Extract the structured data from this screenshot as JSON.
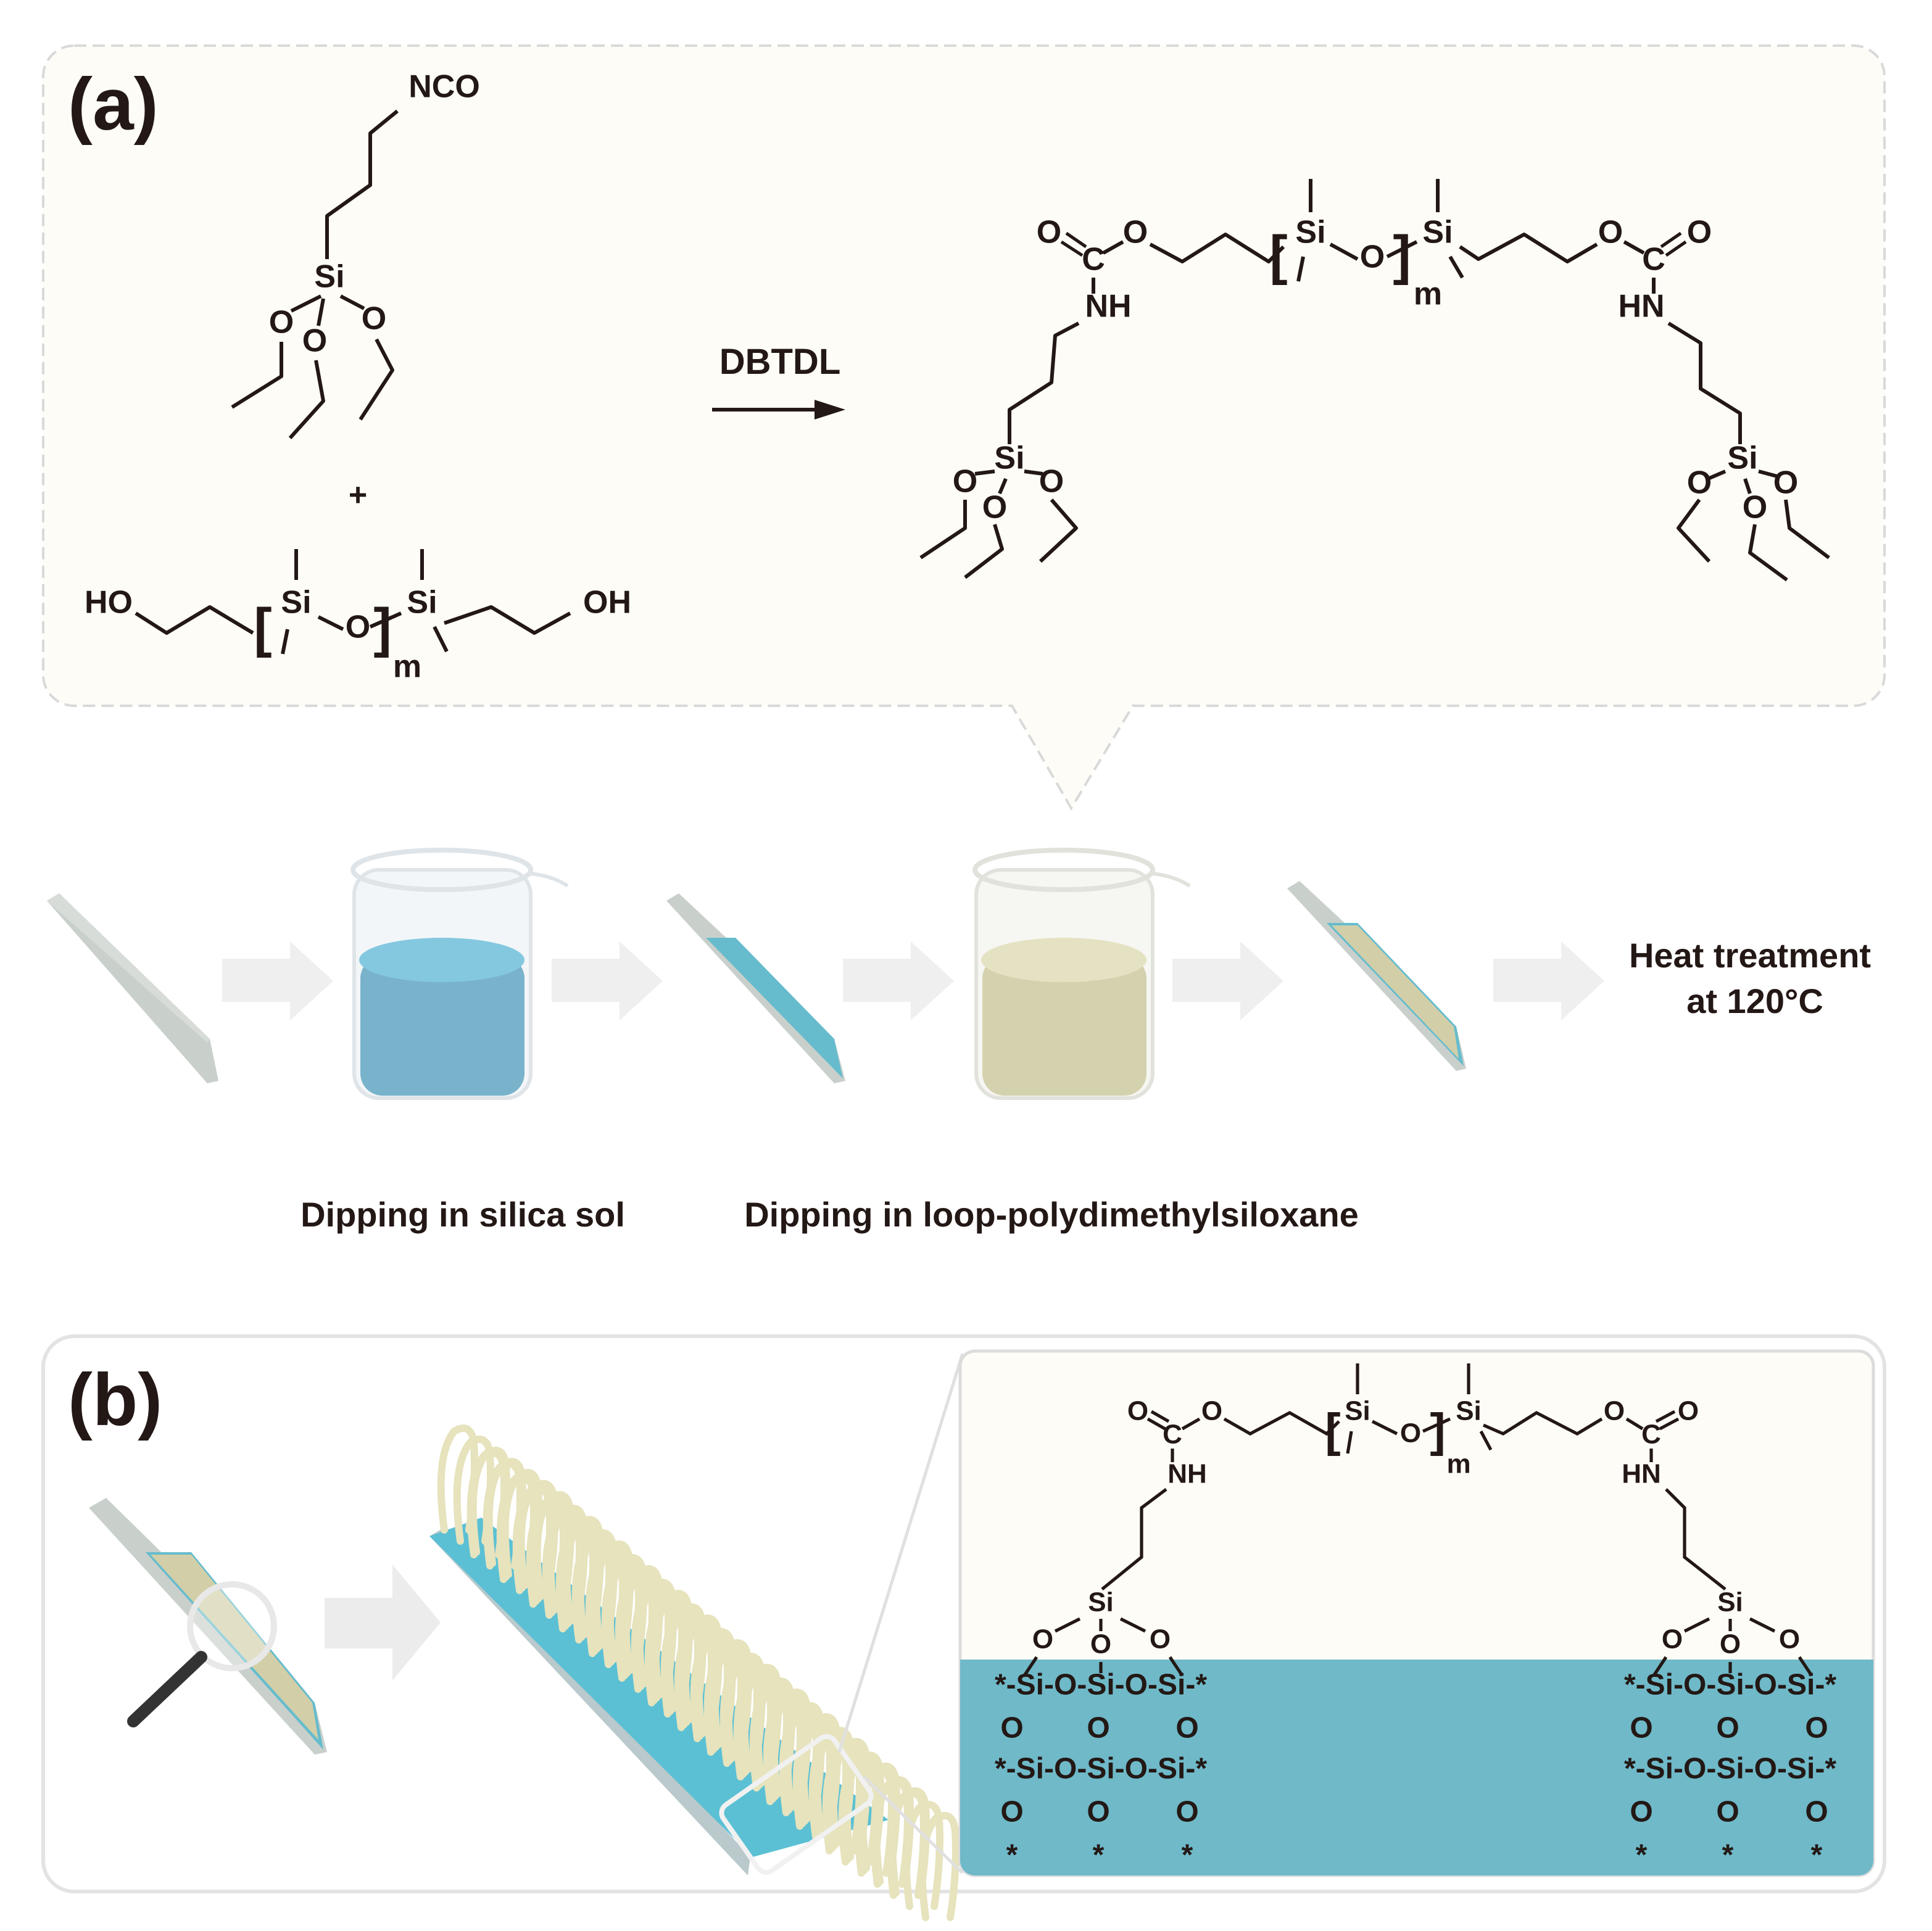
{
  "panel_a": {
    "label": "(a)",
    "reagent": "DBTDL",
    "plus": "+",
    "heat_line1": "Heat treatment",
    "heat_line2": "at 120°C",
    "caption_silica": "Dipping in silica sol",
    "caption_pdms": "Dipping in loop-polydimethylsiloxane"
  },
  "panel_b": {
    "label": "(b)"
  },
  "atoms": {
    "NCO": "NCO",
    "Si": "Si",
    "O": "O",
    "C": "C",
    "HO": "HO",
    "OH": "OH",
    "NH": "NH",
    "HN": "HN",
    "m": "m",
    "lbr": "[",
    "rbr": "]",
    "star": "*"
  },
  "network": {
    "row": "*-Si-O-Si-O-Si-*"
  },
  "colors": {
    "panel_bg": "#fdfcf6",
    "silica_blue": "#6fb3cf",
    "pdms_yellow": "#dedcb4",
    "substrate_teal": "#6fb9c8",
    "slide_gray": "#c9d0cb"
  }
}
